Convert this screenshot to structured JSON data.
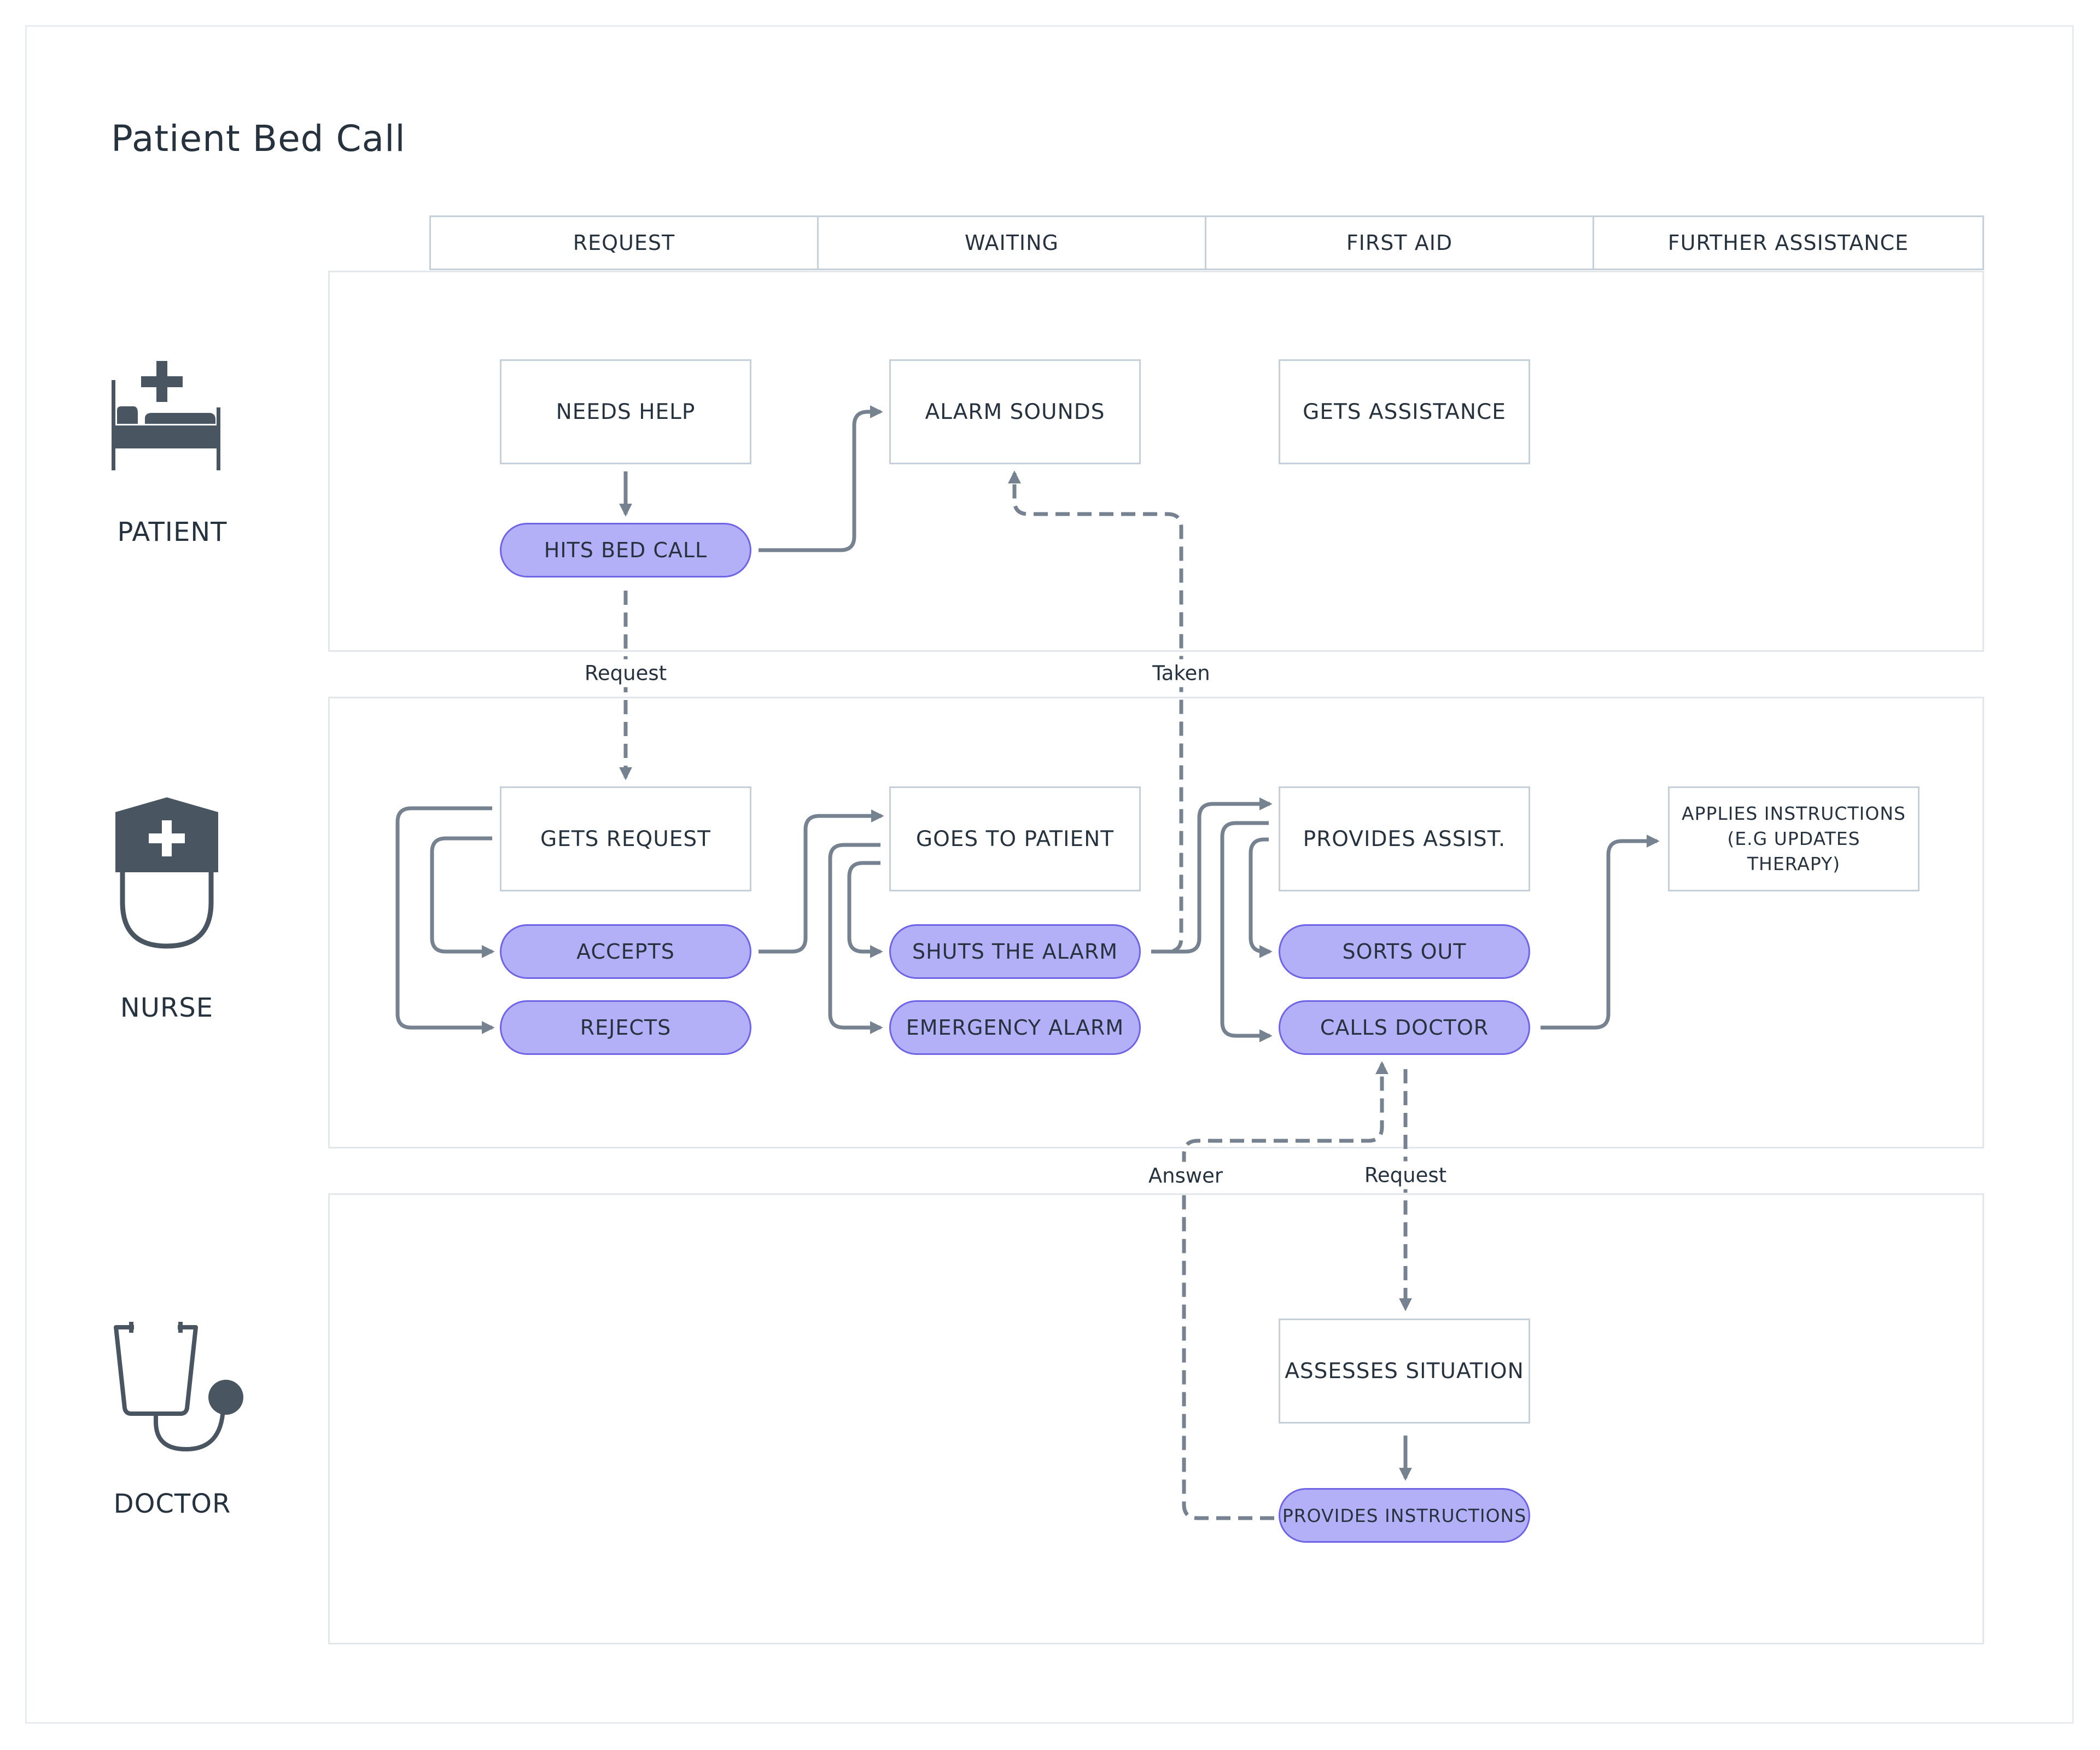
{
  "title": "Patient Bed Call",
  "columns": [
    "REQUEST",
    "WAITING",
    "FIRST AID",
    "FURTHER ASSISTANCE"
  ],
  "lanes": [
    {
      "actor": "PATIENT",
      "icon": "hospital-bed-icon"
    },
    {
      "actor": "NURSE",
      "icon": "nurse-icon"
    },
    {
      "actor": "DOCTOR",
      "icon": "stethoscope-icon"
    }
  ],
  "patient": {
    "needs_help": "NEEDS HELP",
    "alarm_sounds": "ALARM SOUNDS",
    "gets_assistance": "GETS ASSISTANCE",
    "hits_bed_call": "HITS BED CALL"
  },
  "nurse": {
    "gets_request": "GETS REQUEST",
    "accepts": "ACCEPTS",
    "rejects": "REJECTS",
    "goes_to_patient": "GOES TO PATIENT",
    "shuts_the_alarm": "SHUTS THE ALARM",
    "emergency_alarm": "EMERGENCY ALARM",
    "provides_assist": "PROVIDES ASSIST.",
    "sorts_out": "SORTS OUT",
    "calls_doctor": "CALLS DOCTOR",
    "applies_instructions_line1": "APPLIES INSTRUCTIONS",
    "applies_instructions_line2": "(E.G UPDATES THERAPY)"
  },
  "doctor": {
    "assesses_situation": "ASSESSES SITUATION",
    "provides_instructions": "PROVIDES INSTRUCTIONS"
  },
  "edge_labels": {
    "request_patient_nurse": "Request",
    "taken": "Taken",
    "answer": "Answer",
    "request_nurse_doctor": "Request"
  },
  "colors": {
    "pill_fill": "#b3b0f7",
    "pill_border": "#6f63e6",
    "box_border": "#c6d0da",
    "connector": "#76828f",
    "icon": "#4a5562",
    "text": "#27323f"
  }
}
